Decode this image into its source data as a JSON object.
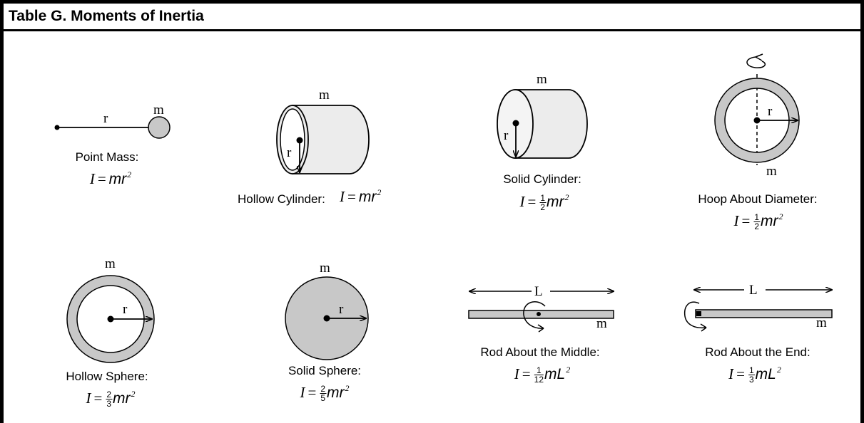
{
  "title": "Table G.  Moments of Inertia",
  "labels": {
    "m": "m",
    "r": "r",
    "L": "L"
  },
  "items": {
    "point_mass": {
      "caption": "Point Mass:",
      "lhs": "I",
      "eq": "=",
      "expr": "mr",
      "exp": "2"
    },
    "hollow_cylinder": {
      "caption": "Hollow Cylinder:",
      "lhs": "I",
      "eq": "=",
      "expr": "mr",
      "exp": "2"
    },
    "solid_cylinder": {
      "caption": "Solid Cylinder:",
      "lhs": "I",
      "eq": "=",
      "num": "1",
      "den": "2",
      "expr": "mr",
      "exp": "2"
    },
    "hoop_diameter": {
      "caption": "Hoop About Diameter:",
      "lhs": "I",
      "eq": "=",
      "num": "1",
      "den": "2",
      "expr": "mr",
      "exp": "2"
    },
    "hollow_sphere": {
      "caption": "Hollow Sphere:",
      "lhs": "I",
      "eq": "=",
      "num": "2",
      "den": "3",
      "expr": "mr",
      "exp": "2"
    },
    "solid_sphere": {
      "caption": "Solid Sphere:",
      "lhs": "I",
      "eq": "=",
      "num": "2",
      "den": "5",
      "expr": "mr",
      "exp": "2"
    },
    "rod_middle": {
      "caption": "Rod About the Middle:",
      "lhs": "I",
      "eq": "=",
      "num": "1",
      "den": "12",
      "expr": "mL",
      "exp": "2"
    },
    "rod_end": {
      "caption": "Rod About the End:",
      "lhs": "I",
      "eq": "=",
      "num": "1",
      "den": "3",
      "expr": "mL",
      "exp": "2"
    }
  },
  "colors": {
    "fill_gray": "#c8c8c8",
    "fill_light": "#ececec",
    "line": "#000000"
  }
}
